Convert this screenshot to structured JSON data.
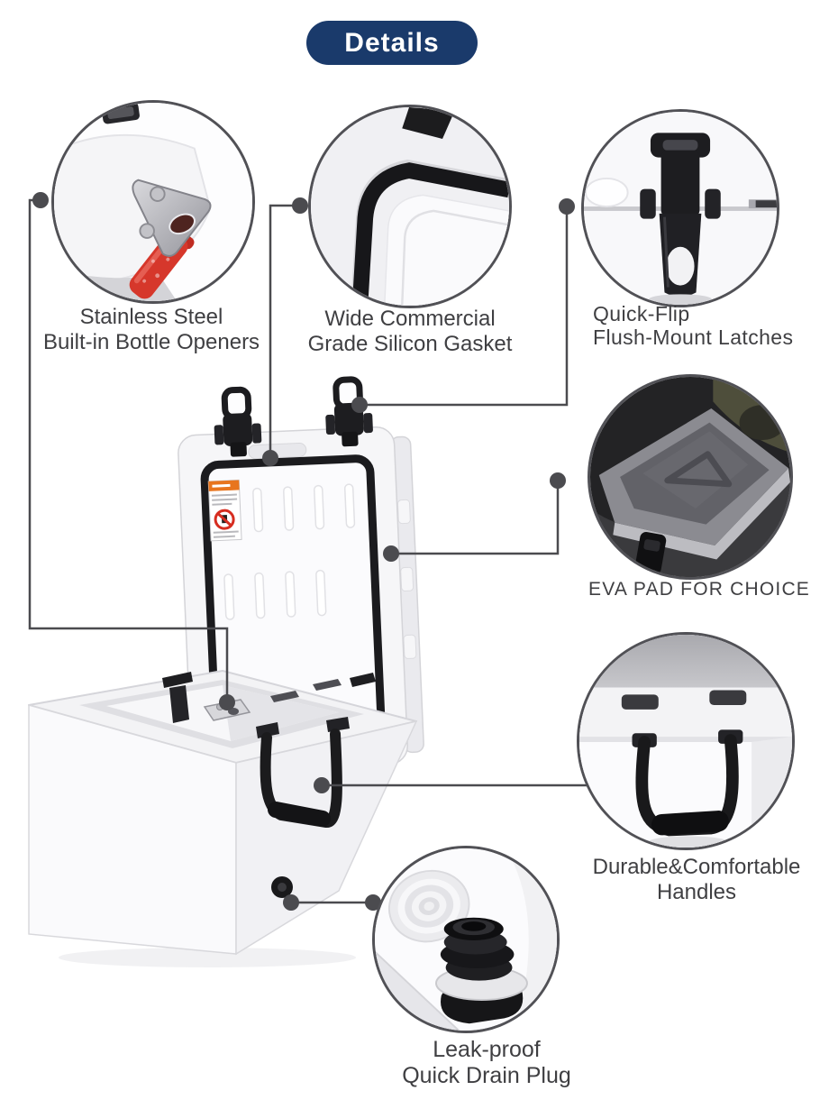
{
  "header": {
    "title": "Details",
    "badge_color": "#1a3a6b",
    "text_color": "#ffffff"
  },
  "callouts": [
    {
      "id": "bottle-opener",
      "label_lines": [
        "Stainless Steel",
        "Built-in Bottle Openers"
      ]
    },
    {
      "id": "silicon-gasket",
      "label_lines": [
        "Wide Commercial",
        "Grade Silicon Gasket"
      ]
    },
    {
      "id": "flush-mount-latches",
      "label_lines": [
        "Quick-Flip",
        "Flush-Mount Latches"
      ]
    },
    {
      "id": "eva-pad",
      "label_lines": [
        "EVA PAD FOR CHOICE"
      ]
    },
    {
      "id": "handles",
      "label_lines": [
        "Durable&Comfortable",
        "Handles"
      ]
    },
    {
      "id": "drain-plug",
      "label_lines": [
        "Leak-proof",
        "Quick Drain Plug"
      ]
    }
  ],
  "colors": {
    "connector_line": "#4b4b4f",
    "circle_border": "#515156",
    "label_text": "#3f3f42",
    "badge_navy": "#1a3a6b",
    "warning_sticker_orange": "#e8751e",
    "bottle_red": "#d6372b",
    "latch_black": "#1d1d20"
  }
}
